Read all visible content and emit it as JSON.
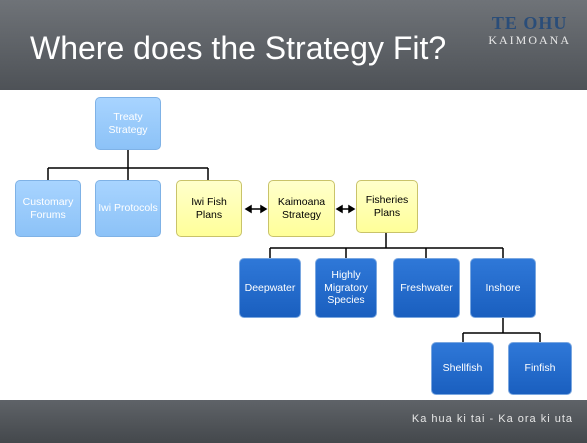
{
  "slide": {
    "title": "Where does the Strategy Fit?",
    "logo": {
      "line1": "TE OHU",
      "line2": "KAIMOANA"
    },
    "footer_text": "Ka hua ki tai - Ka ora ki uta"
  },
  "nodes": {
    "treaty_strategy": "Treaty Strategy",
    "customary_forums": "Customary Forums",
    "iwi_protocols": "Iwi Protocols",
    "iwi_fish_plans": "Iwi Fish Plans",
    "kaimoana_strategy": "Kaimoana Strategy",
    "fisheries_plans": "Fisheries Plans",
    "deepwater": "Deepwater",
    "highly_migratory_species": "Highly Migratory Species",
    "freshwater": "Freshwater",
    "inshore": "Inshore",
    "shellfish": "Shellfish",
    "finfish": "Finfish"
  },
  "colors": {
    "header": "#5e6267",
    "light_box": "#8cc2f7",
    "yellow_box": "#ffff99",
    "dark_box": "#1a5fbf"
  }
}
